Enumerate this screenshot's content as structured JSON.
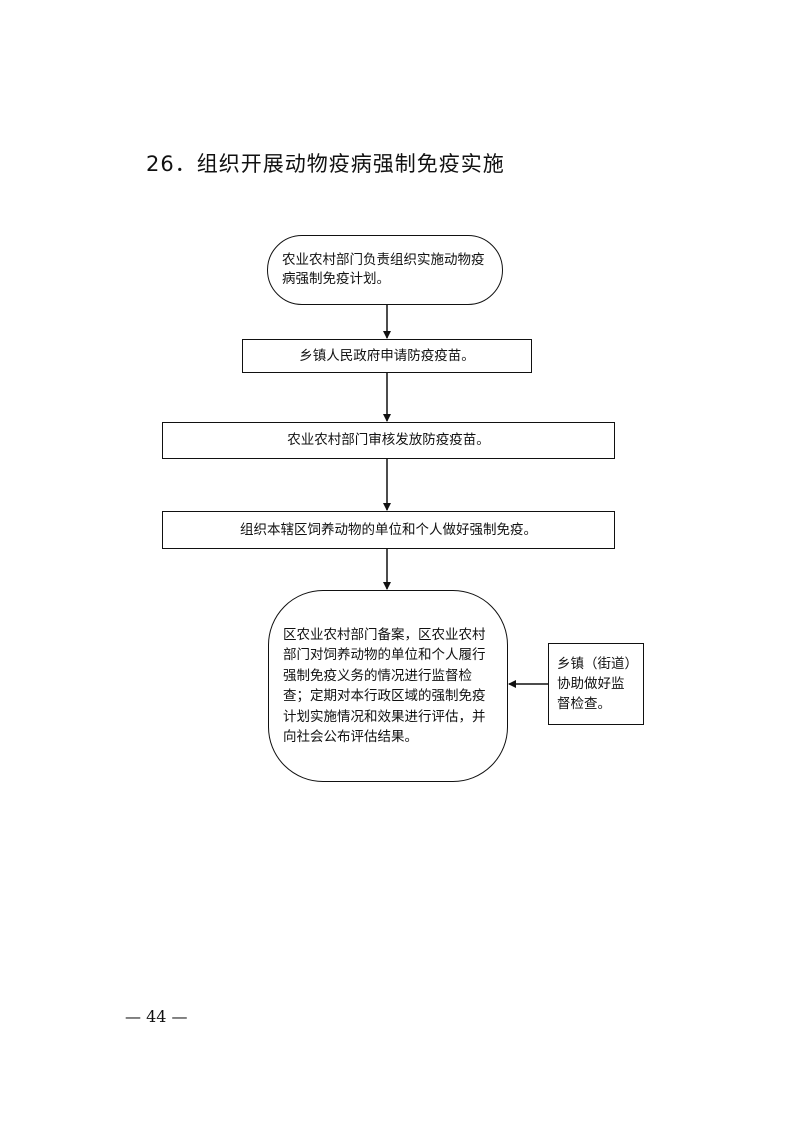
{
  "page": {
    "title": "26．组织开展动物疫病强制免疫实施",
    "footer": "— 44 —"
  },
  "flowchart": {
    "nodes": [
      {
        "id": "start",
        "shape": "rounded",
        "text": "农业农村部门负责组织实施动物疫病强制免疫计划。"
      },
      {
        "id": "apply",
        "shape": "rect",
        "text": "乡镇人民政府申请防疫疫苗。"
      },
      {
        "id": "review",
        "shape": "rect",
        "text": "农业农村部门审核发放防疫疫苗。"
      },
      {
        "id": "immunize",
        "shape": "rect",
        "text": "组织本辖区饲养动物的单位和个人做好强制免疫。"
      },
      {
        "id": "supervise",
        "shape": "rounded",
        "text": "区农业农村部门备案，区农业农村部门对饲养动物的单位和个人履行强制免疫义务的情况进行监督检查；定期对本行政区域的强制免疫计划实施情况和效果进行评估，并向社会公布评估结果。"
      },
      {
        "id": "township",
        "shape": "rect",
        "text": "乡镇（街道）协助做好监督检查。"
      }
    ],
    "edges": [
      {
        "from": "start",
        "to": "apply"
      },
      {
        "from": "apply",
        "to": "review"
      },
      {
        "from": "review",
        "to": "immunize"
      },
      {
        "from": "immunize",
        "to": "supervise"
      },
      {
        "from": "township",
        "to": "supervise"
      }
    ]
  }
}
